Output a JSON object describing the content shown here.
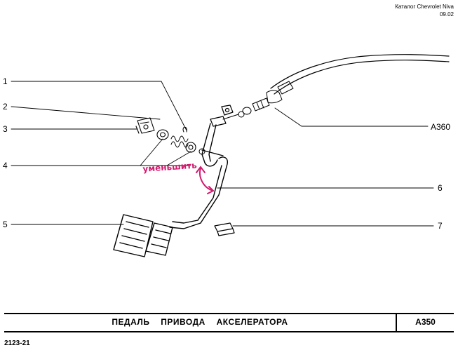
{
  "header": {
    "catalog": "Каталог Chevrolet Niva",
    "date": "09.02"
  },
  "callouts": {
    "c1": "1",
    "c2": "2",
    "c3": "3",
    "c4": "4",
    "c5": "5",
    "c6": "6",
    "c7": "7",
    "ref": "A360"
  },
  "handwritten_note": "уменьшить",
  "title_block": {
    "title": "ПЕДАЛЬ ПРИВОДА АКСЕЛЕРАТОРА",
    "code": "A350"
  },
  "footer": {
    "drawing_number": "2123-21"
  },
  "colors": {
    "annotation": "#d21a6e",
    "ink": "#000000"
  }
}
